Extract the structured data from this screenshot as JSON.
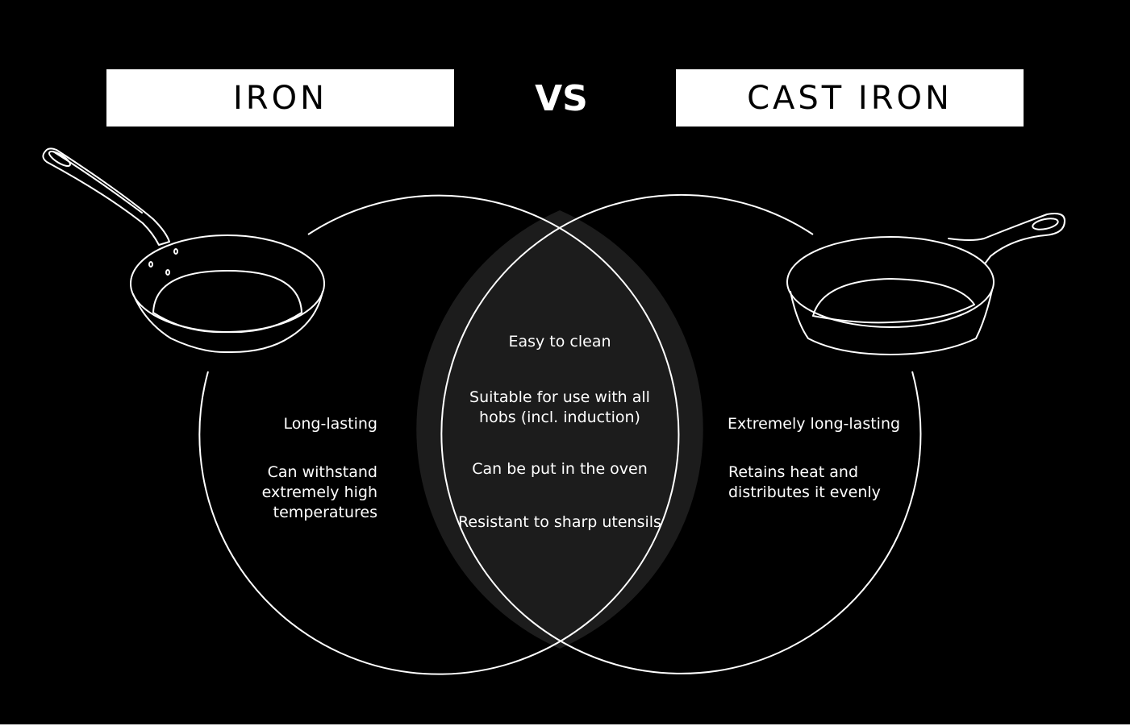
{
  "titles": {
    "left": "IRON",
    "vs": "VS",
    "right": "CAST IRON"
  },
  "left_features": [
    "Long-lasting",
    "Can withstand\nextremely high\ntemperatures"
  ],
  "shared_features": [
    "Easy to clean",
    "Suitable for use with all\nhobs (incl. induction)",
    "Can be put in the oven",
    "Resistant to sharp utensils"
  ],
  "right_features": [
    "Extremely long-lasting",
    "Retains heat and\ndistributes it evenly"
  ],
  "icons": {
    "left": "frying-pan-icon",
    "right": "cast-iron-skillet-icon"
  },
  "colors": {
    "background": "#000000",
    "line": "#ffffff",
    "overlap_fill": "#1c1c1c",
    "title_box": "#ffffff",
    "title_text": "#000000"
  }
}
